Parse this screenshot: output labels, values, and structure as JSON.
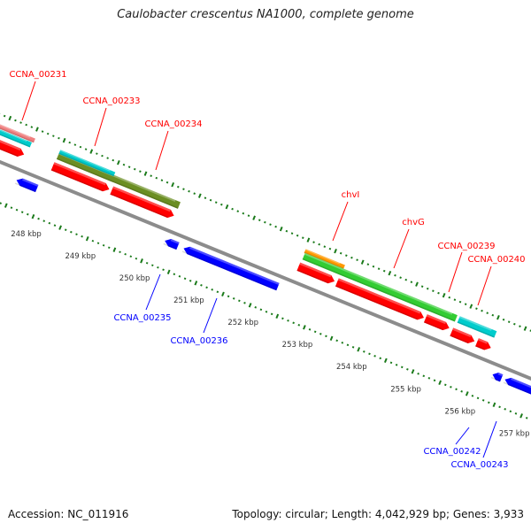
{
  "title": "Caulobacter crescentus NA1000, complete genome",
  "footer": {
    "accession": "Accession: NC_011916",
    "topology": "Topology: circular; Length: 4,042,929 bp; Genes: 3,933"
  },
  "colors": {
    "forward_cds": "#ff0000",
    "reverse_cds": "#0000ff",
    "backbone": "#8c8c8c",
    "ticks": "#1a7a1a",
    "forward_label": "#ff0000",
    "reverse_label": "#0000ff",
    "olive_feature": "#6b8e23",
    "green_feature": "#33cc33",
    "cyan_feature": "#00cccc",
    "orange_feature": "#ff9900",
    "pink_feature": "#f08080"
  },
  "gene_labels": {
    "forward": [
      "CCNA_00231",
      "CCNA_00233",
      "CCNA_00234",
      "chvI",
      "chvG",
      "CCNA_00239",
      "CCNA_00240"
    ],
    "reverse": [
      "CCNA_00235",
      "CCNA_00236",
      "CCNA_00242",
      "CCNA_00243"
    ]
  },
  "ruler": {
    "labels": [
      "248 kbp",
      "249 kbp",
      "250 kbp",
      "251 kbp",
      "252 kbp",
      "253 kbp",
      "254 kbp",
      "255 kbp",
      "256 kbp",
      "257 kbp"
    ]
  }
}
